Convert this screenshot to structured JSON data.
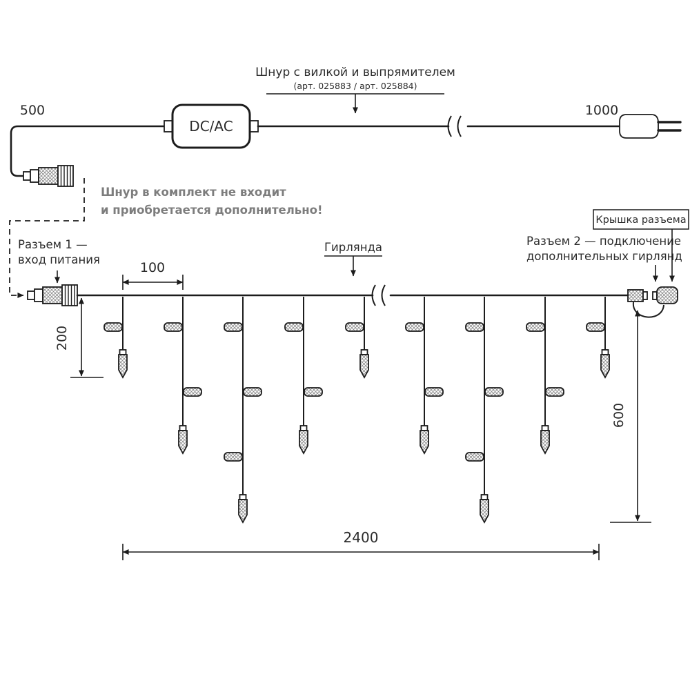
{
  "diagram": {
    "cord": {
      "title": "Шнур с вилкой и выпрямителем",
      "subtitle": "(арт. 025883 / арт. 025884)",
      "converter_label": "DC/AC",
      "dim_left": "500",
      "dim_right": "1000"
    },
    "note": {
      "line1": "Шнур в комплект не входит",
      "line2": "и приобретается дополнительно!"
    },
    "labels": {
      "connector1_line1": "Разъем 1 —",
      "connector1_line2": "вход питания",
      "garland": "Гирлянда",
      "connector2_line1": "Разъем 2 — подключение",
      "connector2_line2": "дополнительных гирлянд",
      "cap": "Крышка разъема"
    },
    "dimensions": {
      "drop_spacing": "100",
      "short_drop": "200",
      "long_drop": "600",
      "total_length": "2400"
    },
    "colors": {
      "line": "#1c1c1c",
      "note_text": "#7d7d7d"
    }
  }
}
